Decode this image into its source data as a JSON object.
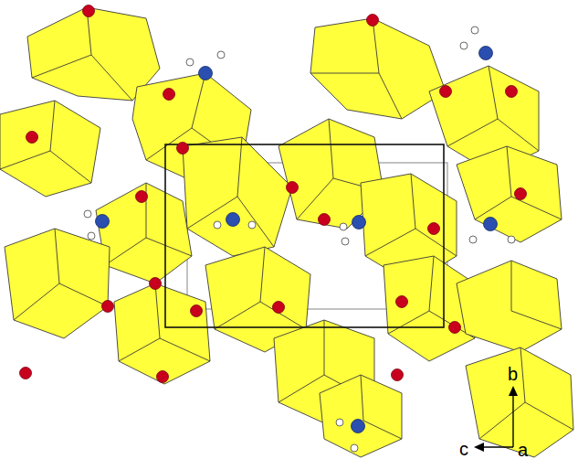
{
  "diagram": {
    "labels": [
      "b",
      "c",
      "a"
    ]
  }
}
